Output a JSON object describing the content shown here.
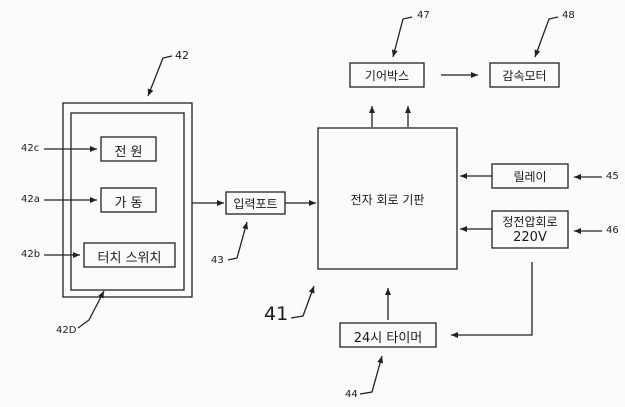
{
  "refs": {
    "r42": "42",
    "r42c": "42c",
    "r42a": "42a",
    "r42b": "42b",
    "r42D": "42D",
    "r43": "43",
    "r41": "41",
    "r44": "44",
    "r45": "45",
    "r46": "46",
    "r47": "47",
    "r48": "48"
  },
  "boxes": {
    "power": "전 원",
    "operate": "가 동",
    "touch_switch": "터치 스위치",
    "input_port": "입력포트",
    "circuit_board": "전자 회로 기판",
    "gearbox": "기어박스",
    "reduction_motor": "감속모터",
    "relay": "릴레이",
    "constant_voltage_line1": "정전압회로",
    "constant_voltage_line2": "220V",
    "timer": "24시 타이머"
  }
}
